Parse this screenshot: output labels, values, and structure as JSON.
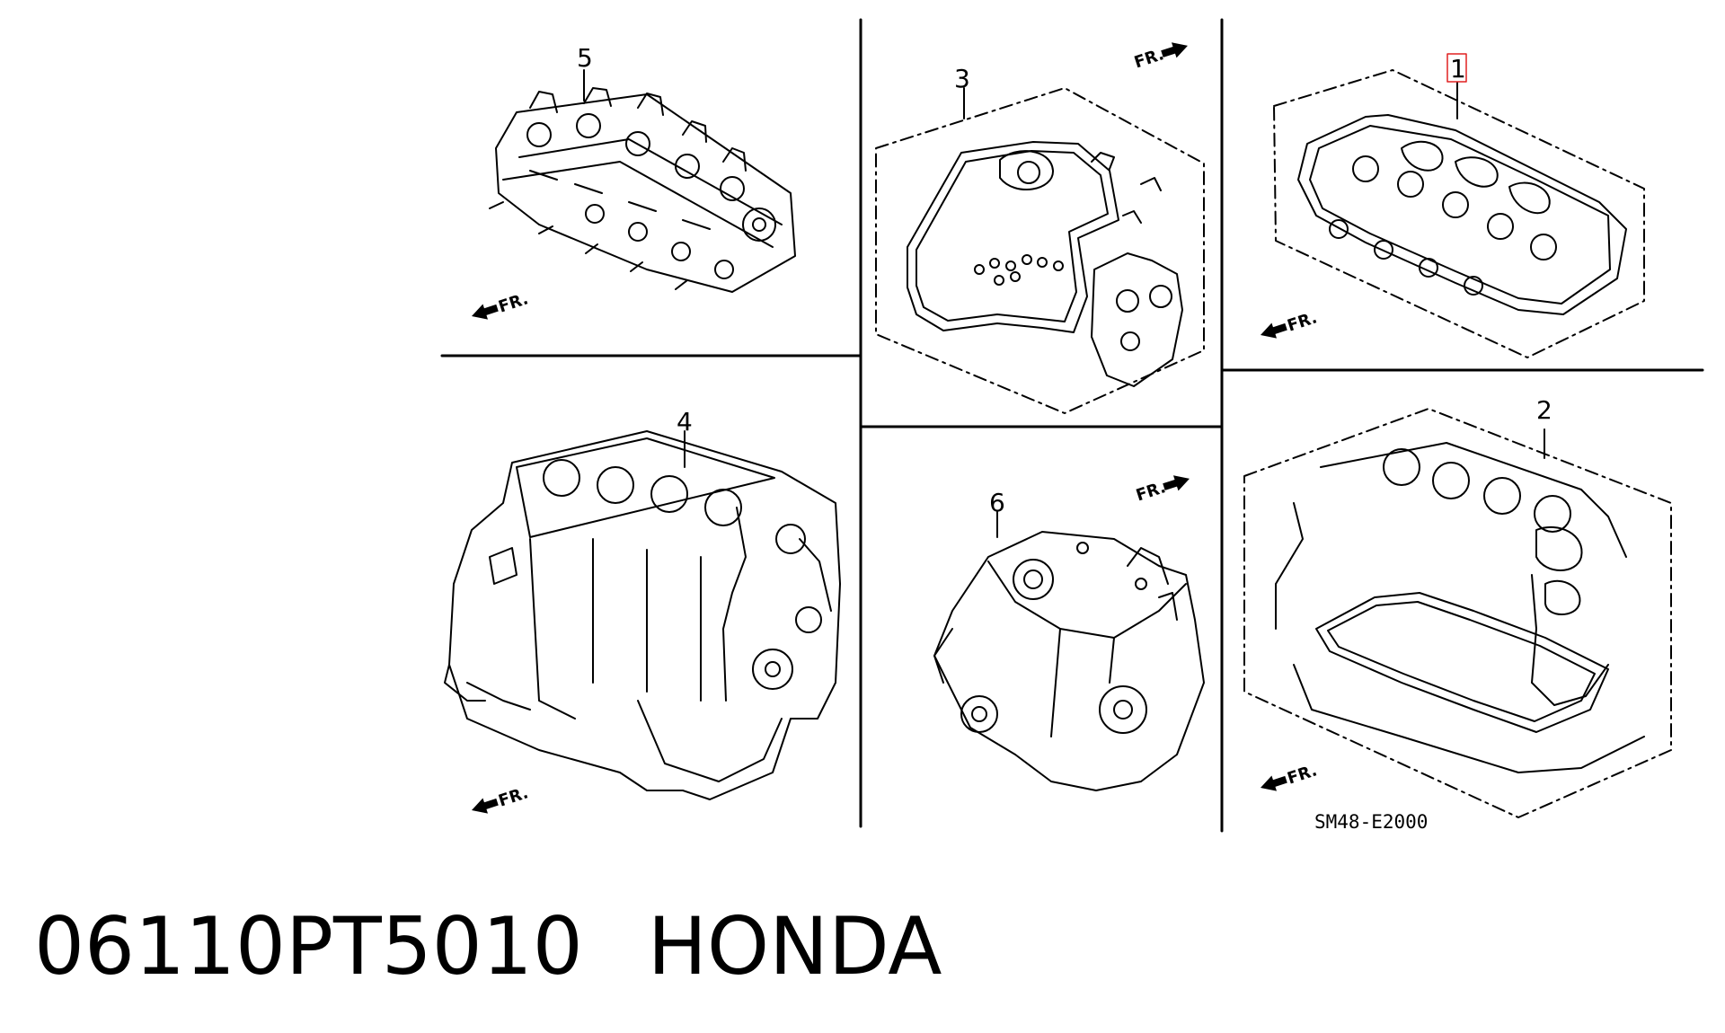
{
  "diagram": {
    "callouts": {
      "c1": "1",
      "c2": "2",
      "c3": "3",
      "c4": "4",
      "c5": "5",
      "c6": "6"
    },
    "direction_label": "FR.",
    "reference_code": "SM48-E2000",
    "highlight_color": "#e02020"
  },
  "caption": {
    "part_number": "06110PT5010",
    "brand": "HONDA"
  },
  "icons": [
    "front-direction-arrow-icon"
  ]
}
